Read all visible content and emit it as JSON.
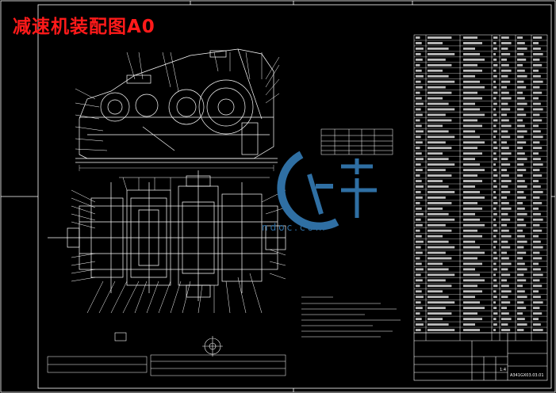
{
  "header": {
    "title": "减速机装配图A0"
  },
  "watermark": {
    "url_fragment": "ndoc.com"
  },
  "title_block": {
    "scale": "1:4",
    "drawing_no": "A341GX03.03.01"
  },
  "colors": {
    "background": "#000000",
    "lines": "#ffffff",
    "title": "#ff1a1a",
    "watermark": "#2f6fa3"
  }
}
